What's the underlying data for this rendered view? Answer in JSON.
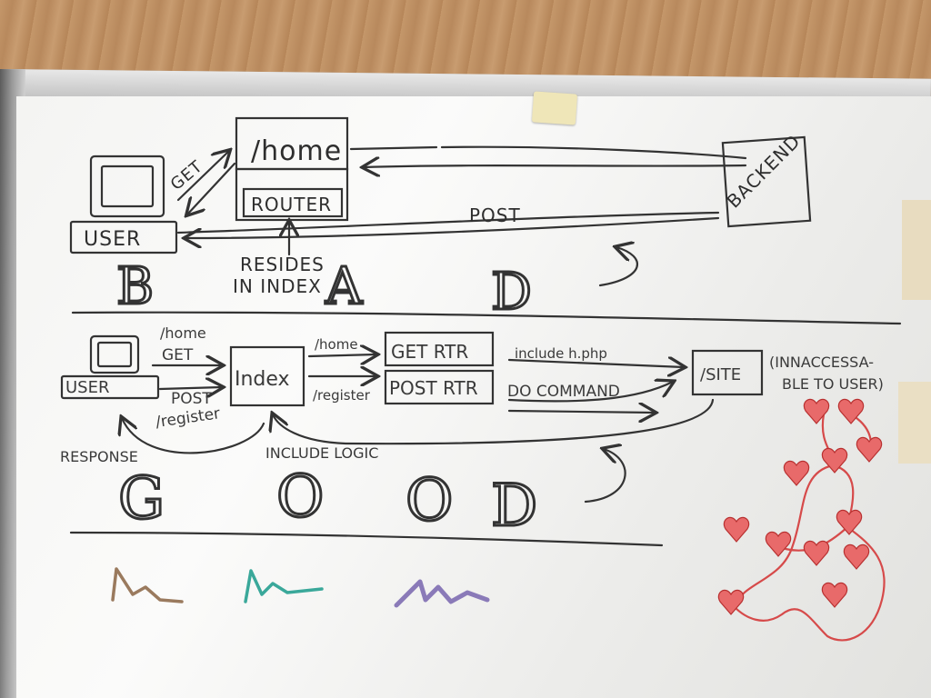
{
  "top_diagram": {
    "home_box": "/home",
    "router_box": "ROUTER",
    "get_label": "GET",
    "user_label": "USER",
    "post_label": "POST",
    "backend_label": "BACKEND",
    "resides_note_line1": "RESIDES",
    "resides_note_line2": "IN INDEX",
    "grade_letters": [
      "B",
      "A",
      "D"
    ]
  },
  "bottom_diagram": {
    "user_label": "USER",
    "home_label": "/home",
    "get_label": "GET",
    "post_label": "POST",
    "register_label": "/register",
    "index_box": "Index",
    "home_route_label": "/home",
    "register_route_label": "/register",
    "get_rtr_box": "GET RTR",
    "post_rtr_box": "POST RTR",
    "include_label": "include h.php",
    "do_command_label": "DO COMMAND",
    "site_box": "/SITE",
    "inaccessible_note_line1": "(INNACCESSA-",
    "inaccessible_note_line2": "BLE TO USER)",
    "response_label": "RESPONSE",
    "include_logic_label": "INCLUDE LOGIC",
    "grade_letters": [
      "G",
      "O",
      "O",
      "D"
    ]
  },
  "marker_colors": {
    "black": "#333333",
    "brown": "#9a7a5e",
    "teal": "#3aa89a",
    "purple": "#8a7ab8",
    "red": "#d64a4a"
  }
}
